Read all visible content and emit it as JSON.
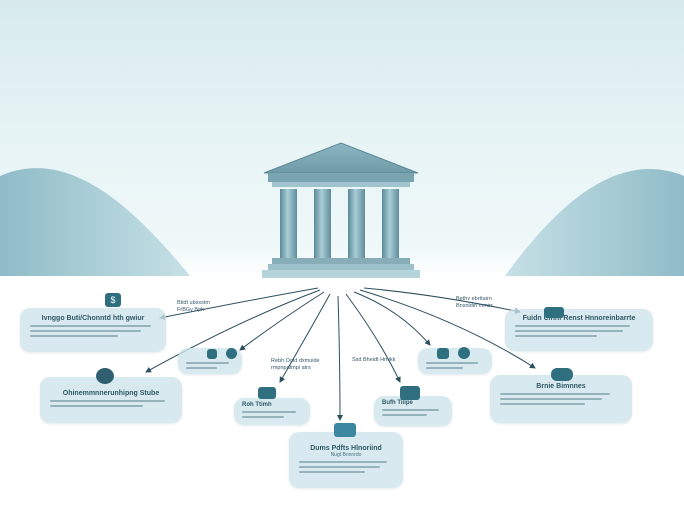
{
  "figure": {
    "icons": [
      "bank-building-icon",
      "dollar-icon",
      "piggy-bank-icon",
      "document-icon",
      "chart-icon",
      "wallet-icon",
      "card-icon",
      "map-icon"
    ],
    "colors": {
      "accent": "#2f6f80",
      "arrow": "#2c4f5e",
      "card_bg": "#cde4ea",
      "building": "#6b98a6"
    }
  },
  "cards": [
    {
      "title": "Ivnggo Buti/Chonntd hth gwiur"
    },
    {
      "title": "Ohinemmnnerunhipng Stube"
    },
    {
      "title": "Roh Ttimh"
    },
    {
      "title": "Dums Pdfts Hlnoriind",
      "sub": "Nugt Bnnnrdo"
    },
    {
      "title": "Bufh Tiiipe"
    },
    {
      "title": "Fuidn Cinnf Renst Hnnoreinbarrte"
    },
    {
      "title": "Brnie Bimnnes"
    }
  ],
  "labels": [
    {
      "text": "Btidt ubsxstm\nFrBGy Bph"
    },
    {
      "text": "Rebh Ooid dxmuide\nrmpnpatmpi atrs"
    },
    {
      "text": "Ssd Bheidt Hmikk"
    },
    {
      "text": "Bethv ebrttairn\nBnsnldin mmirr"
    }
  ]
}
